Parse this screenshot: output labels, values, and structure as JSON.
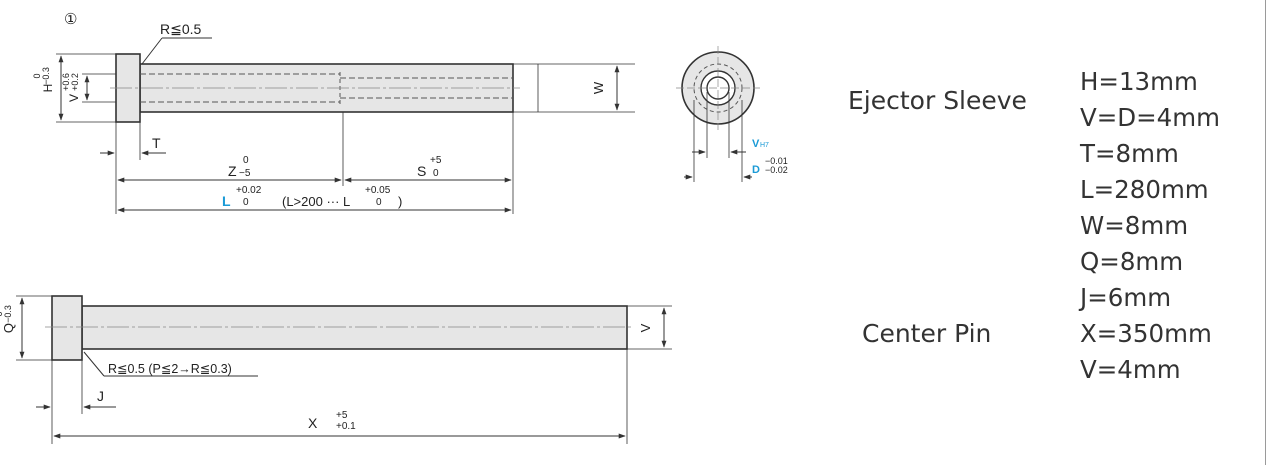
{
  "drawing": {
    "view_marker": "①",
    "sleeve": {
      "r_note": "R≦0.5",
      "h_label": "H",
      "h_upper": "0",
      "h_lower": "−0.3",
      "v_label": "V",
      "v_upper": "+0.6",
      "v_lower": "+0.2",
      "w_label": "W",
      "t_label": "T",
      "z_label": "Z",
      "z_upper": "0",
      "z_lower": "−5",
      "s_label": "S",
      "s_upper": "+5",
      "s_lower": "0",
      "l_label": "L",
      "l_upper": "+0.02",
      "l_lower": "0",
      "l_cond_prefix": "(L>200 ··· L",
      "l_cond_upper": "+0.05",
      "l_cond_lower": "0",
      "l_cond_suffix": ")"
    },
    "section": {
      "v_label": "V",
      "v_sub": "H7",
      "d_label": "D",
      "d_upper": "−0.01",
      "d_lower": "−0.02"
    },
    "pin": {
      "q_label": "Q",
      "q_upper": "0",
      "q_lower": "−0.3",
      "v_label": "V",
      "r_note": "R≦0.5 (P≦2→R≦0.3)",
      "j_label": "J",
      "x_label": "X",
      "x_upper": "+5",
      "x_lower": "+0.1"
    },
    "colors": {
      "line": "#333333",
      "body_fill": "#e6e6e6",
      "accent": "#1a9ad6"
    }
  },
  "specs": {
    "sleeve_name": "Ejector Sleeve",
    "pin_name": "Center Pin",
    "items": [
      "H=13mm",
      "V=D=4mm",
      "T=8mm",
      "L=280mm",
      "W=8mm",
      "Q=8mm",
      "J=6mm",
      "X=350mm",
      "V=4mm"
    ]
  }
}
